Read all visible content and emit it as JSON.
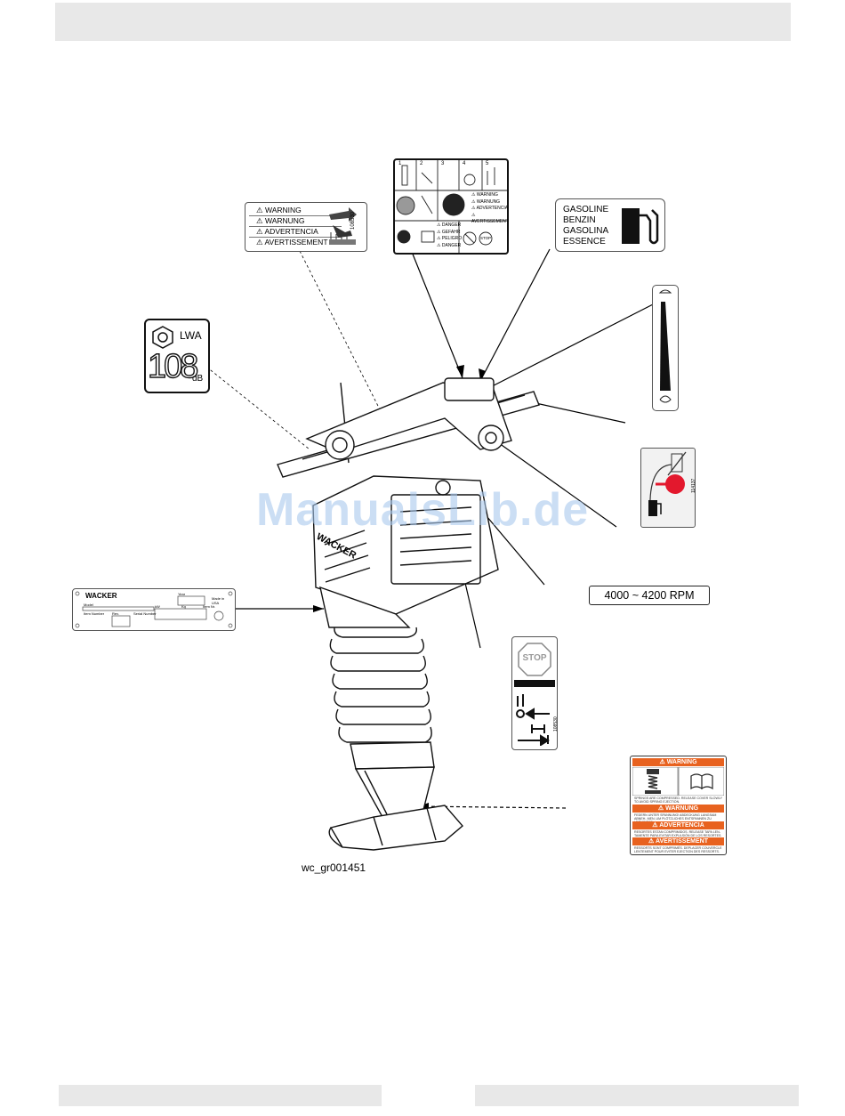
{
  "warning_label": {
    "lines": [
      "⚠ WARNING",
      "⚠ WARNUNG",
      "⚠ ADVERTENCIA",
      "⚠ AVERTISSEMENT"
    ],
    "part_no": "108530"
  },
  "ops_label": {
    "steps": [
      "1",
      "2",
      "3",
      "4",
      "5"
    ],
    "right_lines": [
      "⚠ WARNING",
      "⚠ WARNUNG",
      "⚠ ADVERTENCIA",
      "⚠ AVERTISSEMENT"
    ],
    "danger_lines": [
      "⚠ DANGER",
      "⚠ GEFAHR",
      "⚠ PELIGRO",
      "⚠ DANGER"
    ],
    "stop_text": "STOP"
  },
  "gas_label": {
    "lines": [
      "GASOLINE",
      "BENZIN",
      "GASOLINA",
      "ESSENCE"
    ]
  },
  "noise_label": {
    "value": "108",
    "unit": "dB",
    "lwa": "LWA"
  },
  "fuel_label": {
    "part_no": "114137"
  },
  "rpm_label": {
    "text": "4000 ~ 4200 RPM"
  },
  "id_plate": {
    "brand": "WACKER",
    "fields": [
      "Model",
      "Item Number",
      "Rev.",
      "Serial Number",
      "Year",
      "Made in USA",
      "kW",
      "Kg",
      "Item Nr."
    ]
  },
  "stop_label": {
    "stop_text": "STOP",
    "part_no": "108530"
  },
  "orange_warning": {
    "headers": [
      "⚠ WARNING",
      "⚠ WARNUNG",
      "⚠ ADVERTENCIA",
      "⚠ AVERTISSEMENT"
    ],
    "texts": [
      "SPRINGS ARE COMPRESSED. RELEASE COVER SLOWLY TO AVOID SPRING EJECTION.",
      "FEDERN UNTER SPANNUNG! ABDECKUNG LANGSAM ABNEH- MEN, UM PLÖTZLICHES ENTSPANNEN ZU VERMEIDEN.",
      "RESORTES ESTAN COMPRIMIDOS. RELEASE TAPA LEN- TAMENTE PARA EVITAR EXPULSIÓN DE LOS RESORTES.",
      "RESSORTS SONT COMPRIMÉS. DEPLACER COUVERCLE LENTEMENT POUR EVITER EJECTION DES RESSORTS."
    ]
  },
  "machine": {
    "brand": "WACKER"
  },
  "figure_id": "wc_gr001451",
  "watermark": "ManualsLib.de"
}
